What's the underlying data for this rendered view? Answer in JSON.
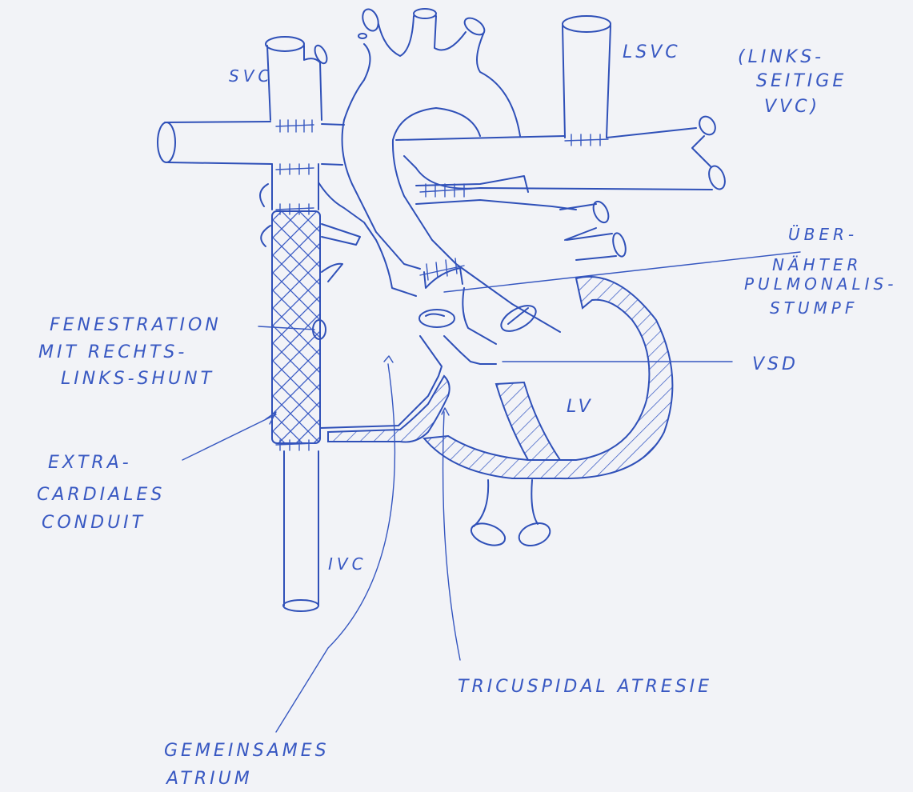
{
  "labels": {
    "svc": "SVC",
    "lsvc": "LSVC",
    "lsvc_note_line1": "(LINKS-",
    "lsvc_note_line2": "SEITIGE",
    "lsvc_note_line3": "VVC)",
    "pulm_line1": "ÜBER-",
    "pulm_line2": "NÄHTER",
    "pulm_line3": "PULMONALIS-",
    "pulm_line4": "STUMPF",
    "fen_line1": "FENESTRATION",
    "fen_line2": "MIT RECHTS-",
    "fen_line3": "LINKS-SHUNT",
    "vsd": "VSD",
    "lv": "LV",
    "conduit_line1": "EXTRA-",
    "conduit_line2": "CARDIALES",
    "conduit_line3": "CONDUIT",
    "ivc": "IVC",
    "tricuspid": "TRICUSPIDAL ATRESIE",
    "atrium_line1": "GEMEINSAMES",
    "atrium_line2": "ATRIUM"
  },
  "colors": {
    "ink": "#2f50b8",
    "paper": "#f2f3f7"
  }
}
